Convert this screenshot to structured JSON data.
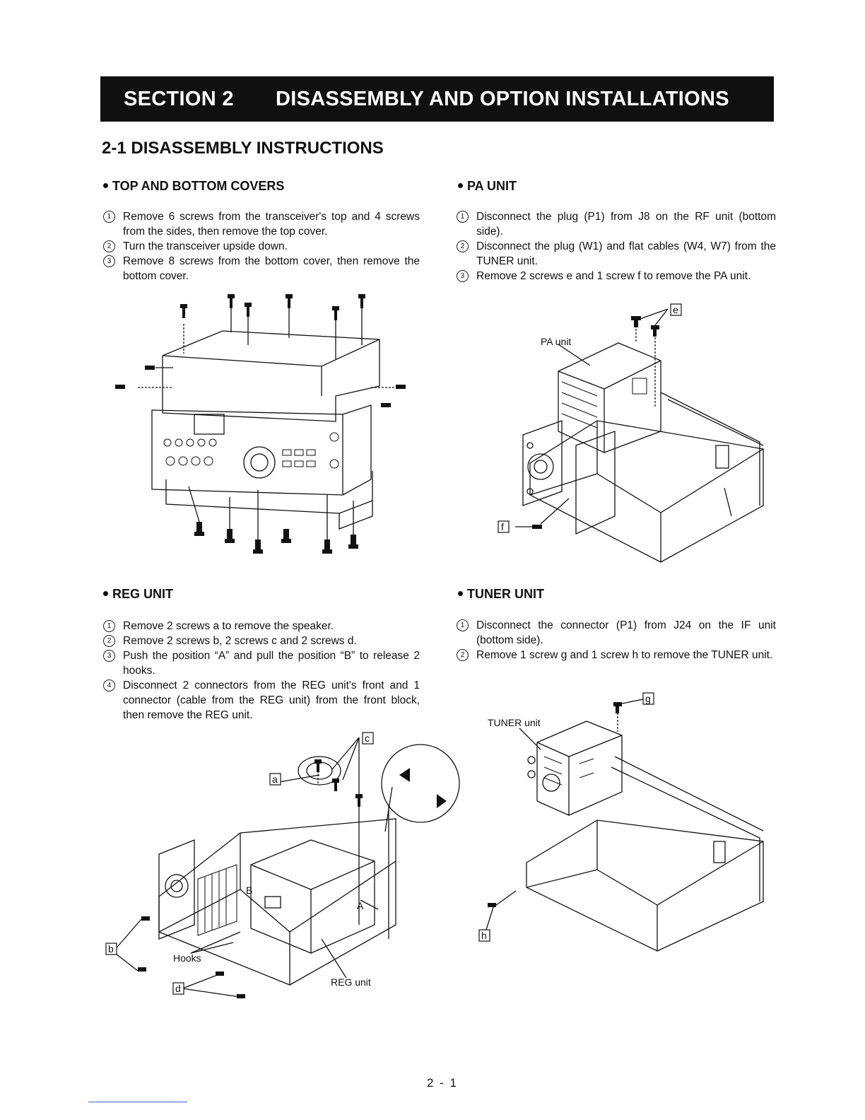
{
  "banner": {
    "section": "SECTION 2",
    "title": "DISASSEMBLY AND OPTION INSTALLATIONS"
  },
  "heading": "2-1 DISASSEMBLY INSTRUCTIONS",
  "top_bottom": {
    "title": "TOP AND BOTTOM COVERS",
    "steps": [
      {
        "num": "1",
        "text": "Remove 6 screws from the transceiver's top and 4 screws from the sides, then remove the top cover."
      },
      {
        "num": "2",
        "text": "Turn the transceiver upside down."
      },
      {
        "num": "3",
        "text": "Remove 8 screws from the bottom cover, then remove the bottom cover."
      }
    ]
  },
  "pa_unit": {
    "title": "PA UNIT",
    "steps": [
      {
        "num": "1",
        "text": "Disconnect the plug (P1) from J8 on the RF unit (bottom side)."
      },
      {
        "num": "2",
        "text": "Disconnect the plug (W1) and flat cables (W4, W7) from the TUNER unit."
      },
      {
        "num": "3",
        "text": "Remove 2 screws e and 1 screw f to remove the PA unit."
      }
    ],
    "figure": {
      "unit_label": "PA unit",
      "screw_e": "e",
      "screw_f": "f"
    }
  },
  "reg_unit": {
    "title": "REG UNIT",
    "steps": [
      {
        "num": "1",
        "text": "Remove 2 screws a to remove the speaker."
      },
      {
        "num": "2",
        "text": "Remove 2 screws b, 2 screws c and 2 screws d."
      },
      {
        "num": "3",
        "text": "Push the position “A” and pull the position “B” to release 2 hooks."
      },
      {
        "num": "4",
        "text": "Disconnect 2 connectors from the REG unit's front and 1 connector (cable from the REG unit) from the front block, then remove the REG unit."
      }
    ],
    "figure": {
      "screw_a": "a",
      "screw_b": "b",
      "screw_c": "c",
      "screw_d": "d",
      "hooks": "Hooks",
      "unit_label": "REG unit",
      "pos_a": "A",
      "pos_b": "B"
    }
  },
  "tuner_unit": {
    "title": "TUNER UNIT",
    "steps": [
      {
        "num": "1",
        "text": "Disconnect the connector (P1) from J24 on the IF unit (bottom side)."
      },
      {
        "num": "2",
        "text": "Remove 1 screw g and 1 screw h to remove the TUNER unit."
      }
    ],
    "figure": {
      "unit_label": "TUNER unit",
      "screw_g": "g",
      "screw_h": "h"
    }
  },
  "page_number": "2 - 1"
}
